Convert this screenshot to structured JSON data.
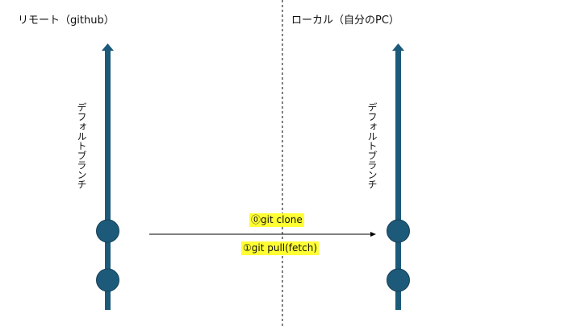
{
  "remote": {
    "title": "リモート（github）",
    "branch_label": "デフォルトブランチ"
  },
  "local": {
    "title": "ローカル（自分のPC）",
    "branch_label": "デフォルトブランチ"
  },
  "commands": {
    "clone": "⓪git clone",
    "pull": "①git pull(fetch)"
  },
  "colors": {
    "branch": "#1d5a7a",
    "node_stroke": "#153f57",
    "highlight": "#ffff33",
    "arrow": "#000000"
  },
  "icons": {
    "branch_head": "arrow-up-icon",
    "transfer": "arrow-right-icon"
  }
}
